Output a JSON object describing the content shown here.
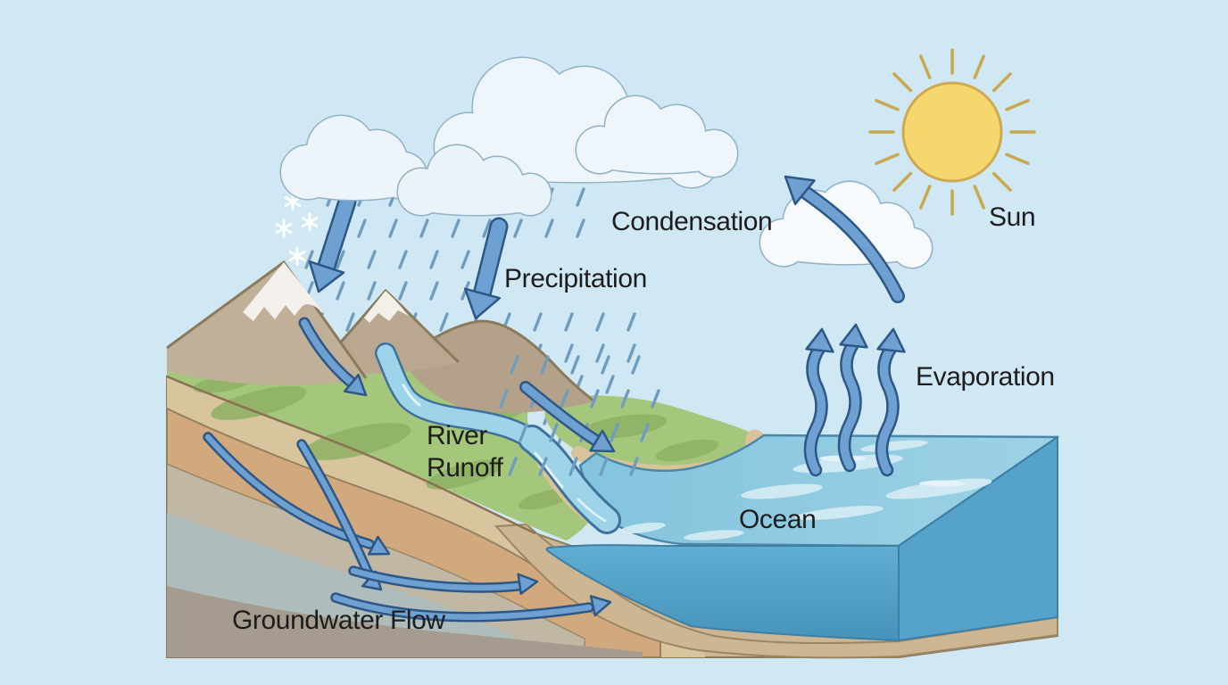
{
  "diagram": {
    "type": "water-cycle",
    "labels": {
      "sun": "Sun",
      "condensation": "Condensation",
      "precipitation": "Precipitation",
      "evaporation": "Evaporation",
      "river_runoff": {
        "line1": "River",
        "line2": "Runoff"
      },
      "ocean": "Ocean",
      "groundwater_flow": "Groundwater Flow"
    },
    "icons": {
      "sun": "sun-icon",
      "clouds": "cloud-icon",
      "snowflakes": "snowflake-icon",
      "flow_arrows": "arrow-icon"
    },
    "colors": {
      "sky": "#cfe8f3",
      "sun_fill": "#f6d76e",
      "sun_stroke": "#cfa952",
      "sun_ray": "#c9a84f",
      "cloud_fill": "#eef6fb",
      "cloud_outline": "#93b2c6",
      "rain": "#6f9dc0",
      "snow": "#ffffff",
      "arrow_fill": "#6fa0d2",
      "arrow_outline": "#2c5787",
      "mountain": "#c1b098",
      "snow_cap": "#f4f1ec",
      "land_green": "#a5c77c",
      "river": "#9ed4e9",
      "beach": "#d8c39a",
      "ocean_surface": "#8fcbe2",
      "ocean_front": "#57a7cd",
      "ocean_side": "#55a3ca",
      "layer_tan": "#d9c59d",
      "layer_orange": "#d2a97c",
      "layer_gray_tan": "#c0b8a4",
      "layer_gray_blue": "#afbcbc",
      "layer_gray_brown": "#a59c8f",
      "label_text": "#1d1d1d"
    }
  }
}
